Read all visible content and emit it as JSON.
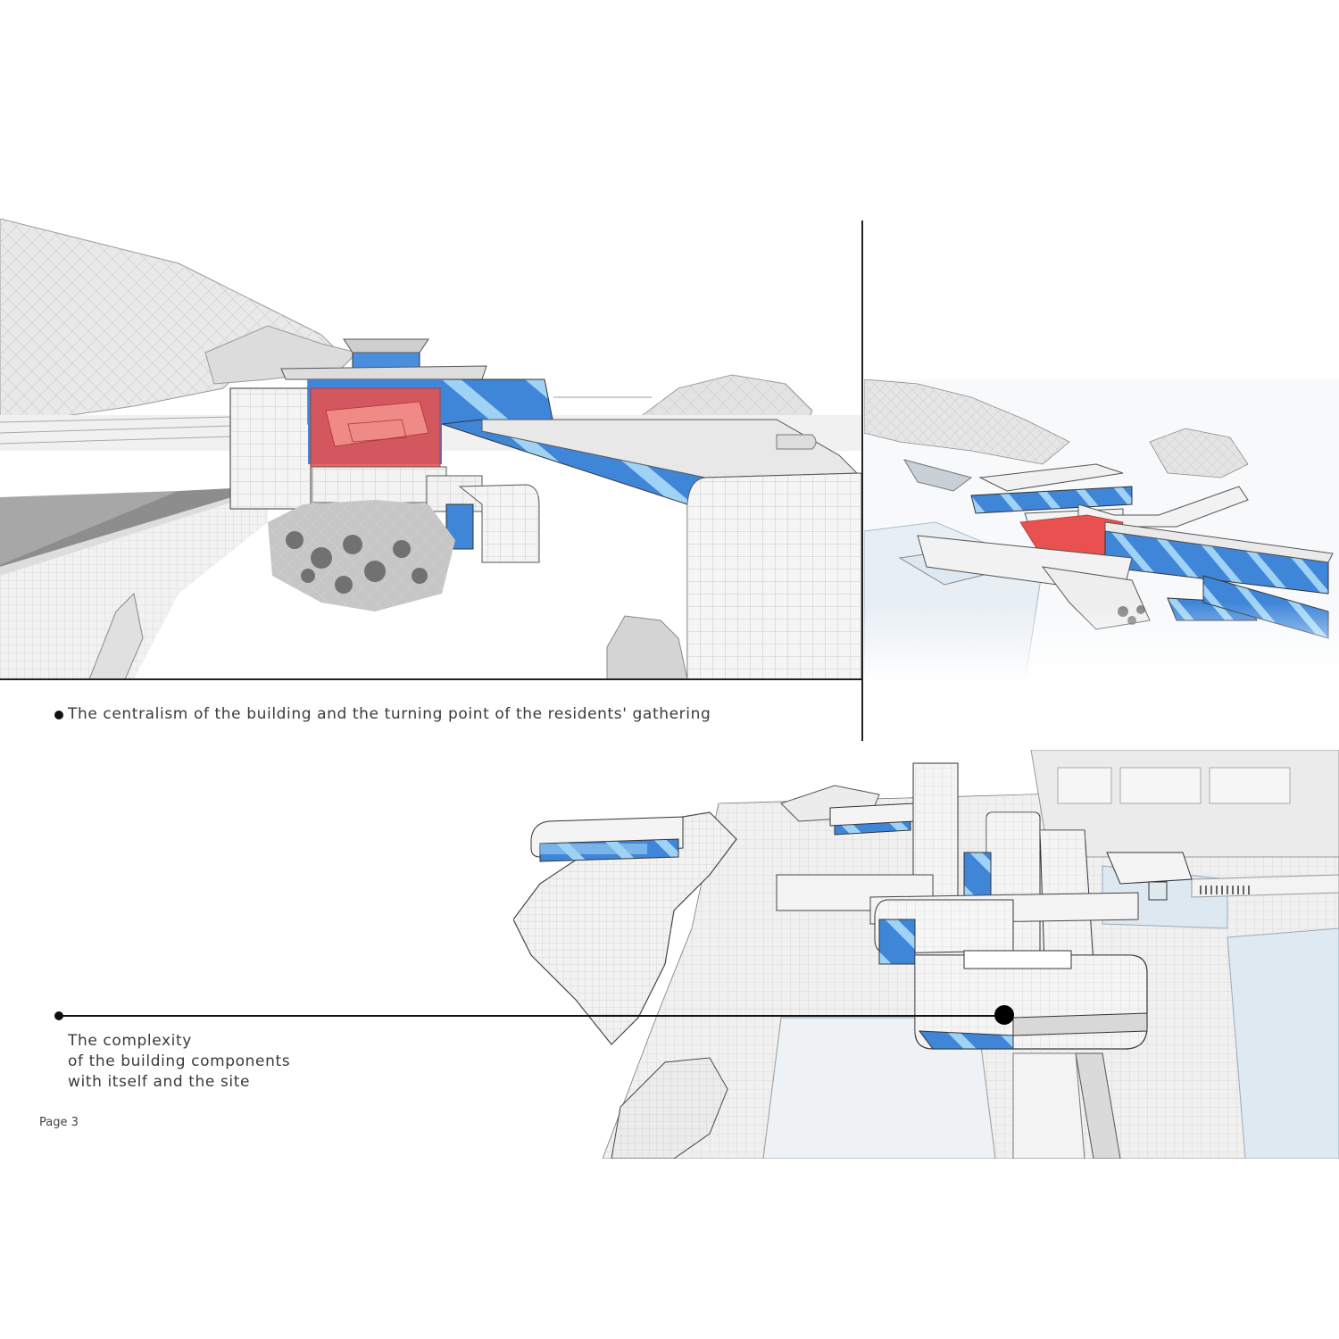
{
  "captions": {
    "centralism": "The centralism of the building and the turning point of the residents' gathering",
    "complexity_lines": [
      "The complexity",
      "of the building components",
      "with itself and the site"
    ]
  },
  "page_label": "Page 3",
  "colors": {
    "glass_blue": "#3f86d9",
    "glass_light": "#9fd2f5",
    "highlight_red": "#e8514f",
    "surface_white": "#f4f4f4",
    "rock_gray": "#d9d9d9"
  }
}
